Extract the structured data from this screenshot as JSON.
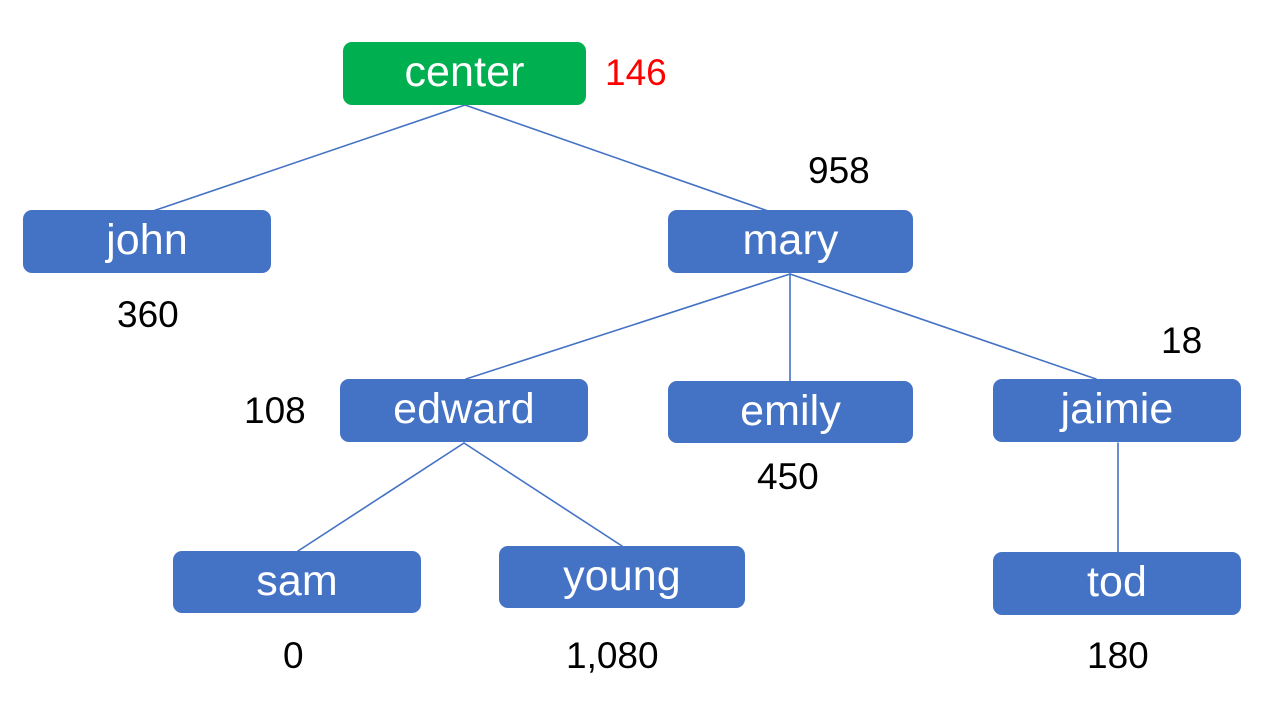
{
  "diagram": {
    "title": "center-node tree with numeric annotations",
    "background_color": "#FFFFFF",
    "node_colors": {
      "root": "#00B050",
      "child": "#4472C4",
      "node_text": "#FFFFFF",
      "value_text": "#000000",
      "root_value_text": "#FF0000",
      "edge": "#4472C4"
    },
    "nodes": [
      {
        "id": "center",
        "label": "center",
        "value": "146",
        "type": "root",
        "value_color": "root"
      },
      {
        "id": "john",
        "label": "john",
        "value": "360",
        "type": "child",
        "value_color": "normal"
      },
      {
        "id": "mary",
        "label": "mary",
        "value": "958",
        "type": "child",
        "value_color": "normal"
      },
      {
        "id": "edward",
        "label": "edward",
        "value": "108",
        "type": "child",
        "value_color": "normal"
      },
      {
        "id": "emily",
        "label": "emily",
        "value": "450",
        "type": "child",
        "value_color": "normal"
      },
      {
        "id": "jaimie",
        "label": "jaimie",
        "value": "18",
        "type": "child",
        "value_color": "normal"
      },
      {
        "id": "sam",
        "label": "sam",
        "value": "0",
        "type": "child",
        "value_color": "normal"
      },
      {
        "id": "young",
        "label": "young",
        "value": "1,080",
        "type": "child",
        "value_color": "normal"
      },
      {
        "id": "tod",
        "label": "tod",
        "value": "180",
        "type": "child",
        "value_color": "normal"
      }
    ],
    "edges": [
      {
        "from": "center",
        "to": "john"
      },
      {
        "from": "center",
        "to": "mary"
      },
      {
        "from": "mary",
        "to": "edward"
      },
      {
        "from": "mary",
        "to": "emily"
      },
      {
        "from": "mary",
        "to": "jaimie"
      },
      {
        "from": "edward",
        "to": "sam"
      },
      {
        "from": "edward",
        "to": "young"
      },
      {
        "from": "jaimie",
        "to": "tod"
      }
    ]
  }
}
